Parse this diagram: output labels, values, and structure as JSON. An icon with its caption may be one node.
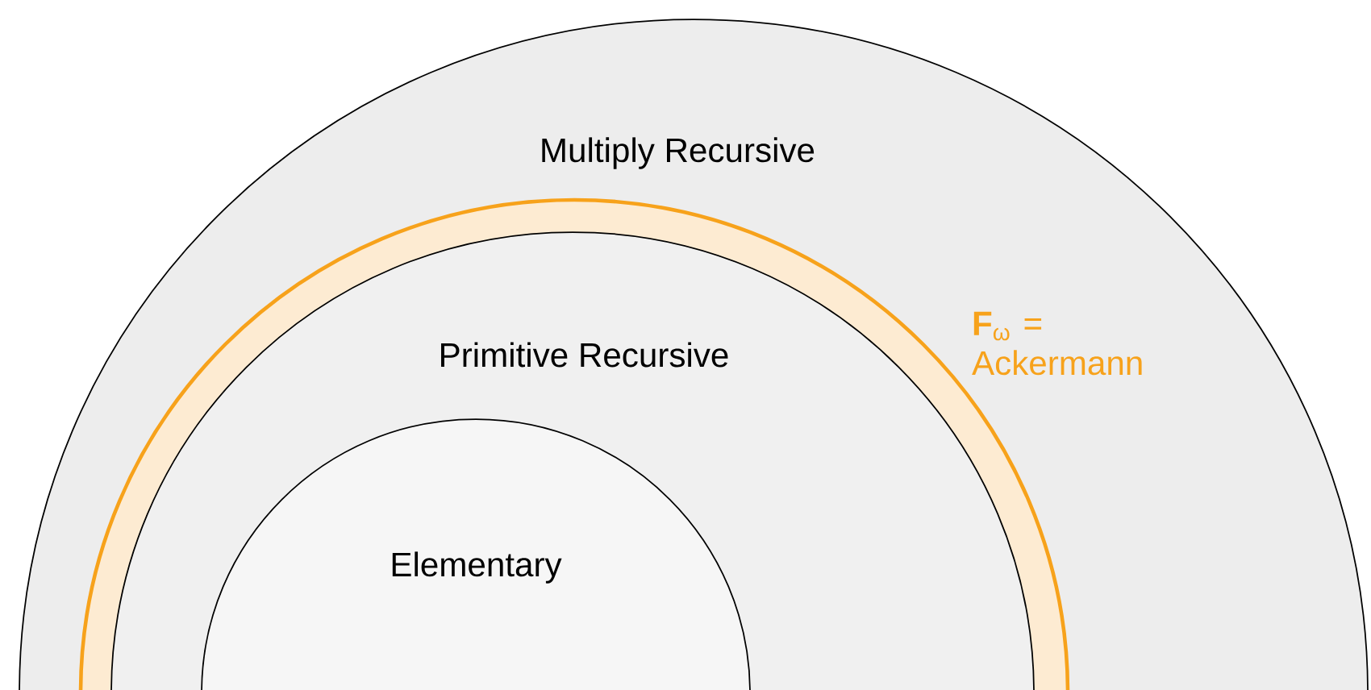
{
  "diagram": {
    "nodes": [
      {
        "text": [
          "Multiply Recursive"
        ]
      },
      {
        "text": [],
        "shape": "band",
        "in": 0,
        "beside": [
          "**F**$_{ω}$ = Ackermann"
        ]
      },
      {
        "text": [
          "Primitive Recursive"
        ],
        "in": 0
      },
      {
        "text": [
          "Elementary"
        ],
        "in": 2
      }
    ]
  }
}
